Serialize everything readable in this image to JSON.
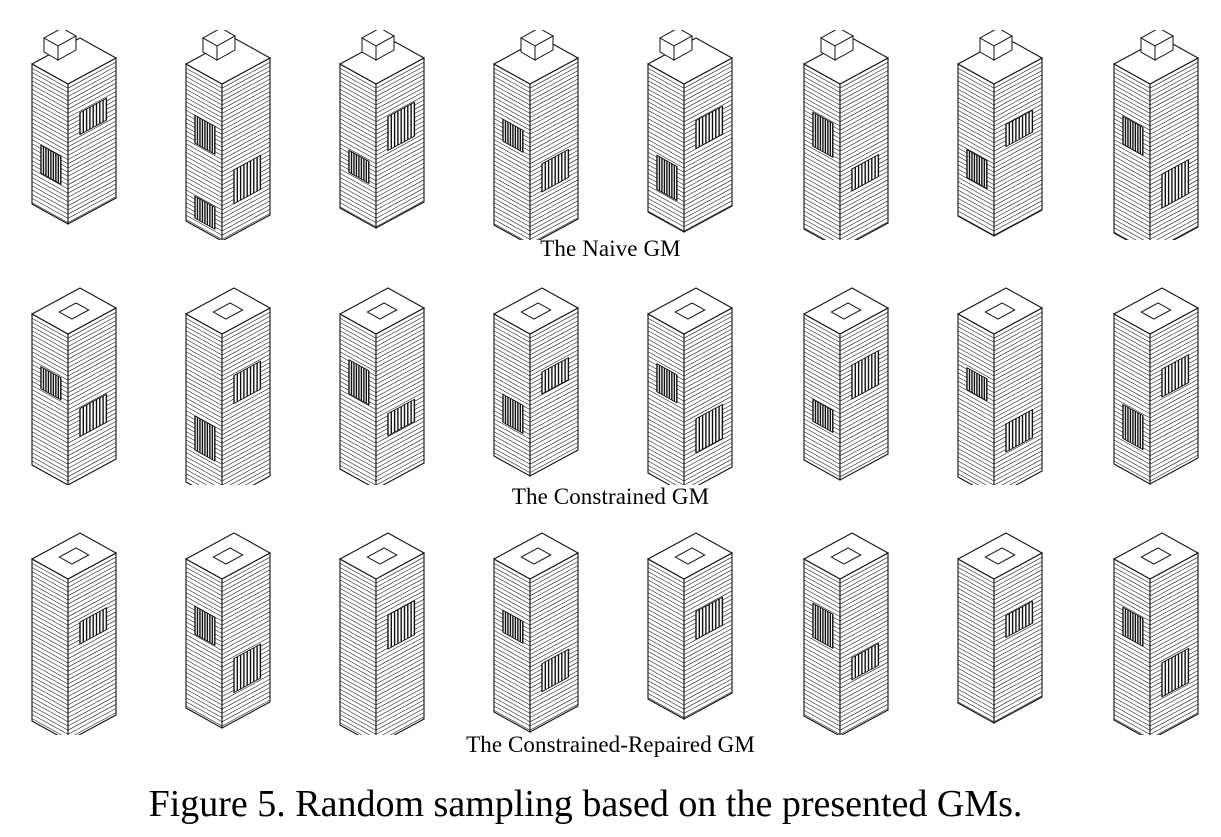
{
  "figure": {
    "caption": "Figure 5. Random sampling based on the presented GMs.",
    "rows": [
      {
        "label": "The Naive GM",
        "variant": "naive",
        "count": 8
      },
      {
        "label": "The Constrained GM",
        "variant": "constrained",
        "count": 8
      },
      {
        "label": "The Constrained-Repaired GM",
        "variant": "repaired",
        "count": 8
      }
    ]
  }
}
